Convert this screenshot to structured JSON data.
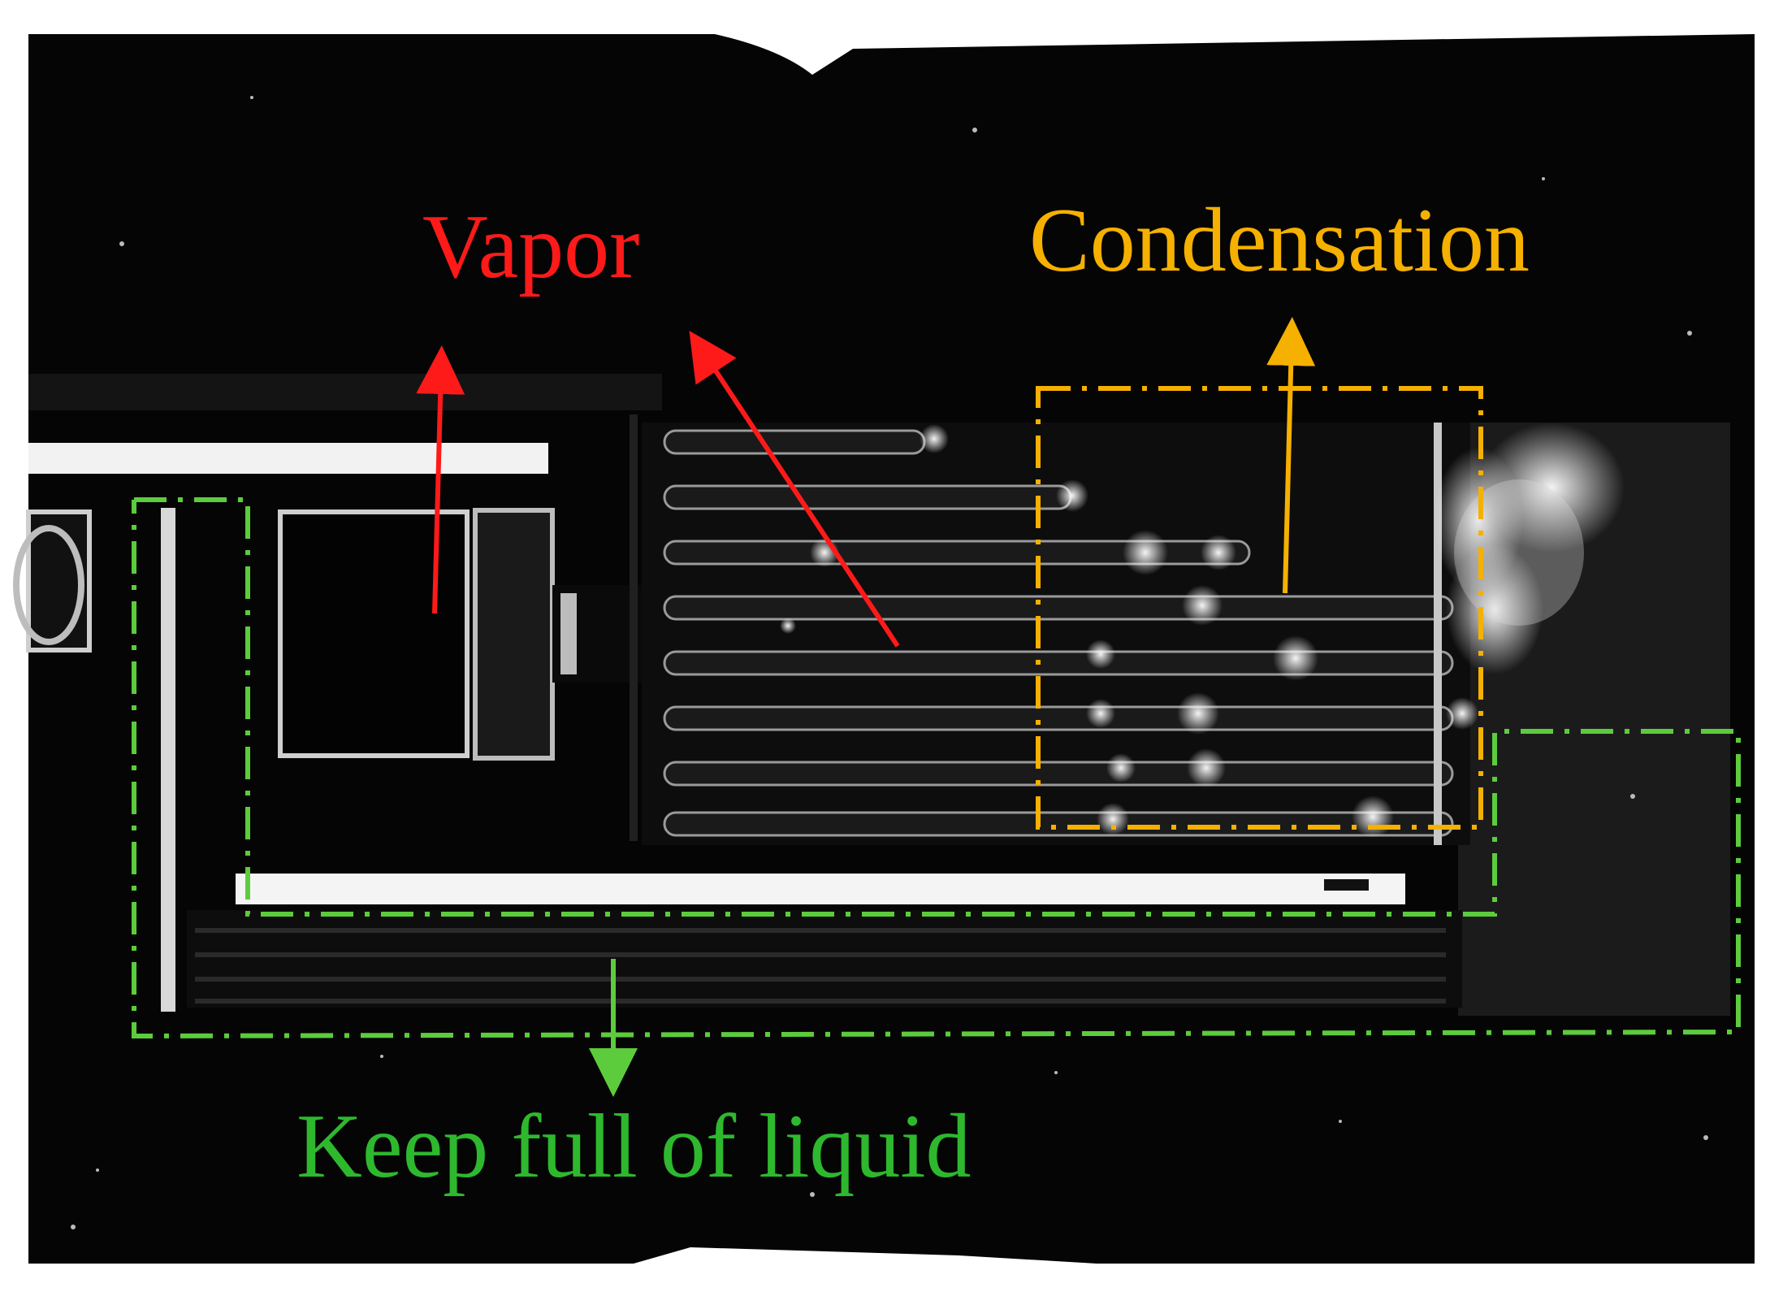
{
  "annotations": {
    "vapor": {
      "text": "Vapor",
      "color": "#ff1a1a"
    },
    "condensation": {
      "text": "Condensation",
      "color": "#f5b000"
    },
    "liquid": {
      "text": "Keep full of liquid",
      "color": "#2eb82e"
    }
  },
  "colors": {
    "background": "#ffffff",
    "photo": "#050505",
    "channel_bright": "#f2f2f2",
    "channel_dark": "#161616",
    "green_box": "#5ccc3c"
  }
}
